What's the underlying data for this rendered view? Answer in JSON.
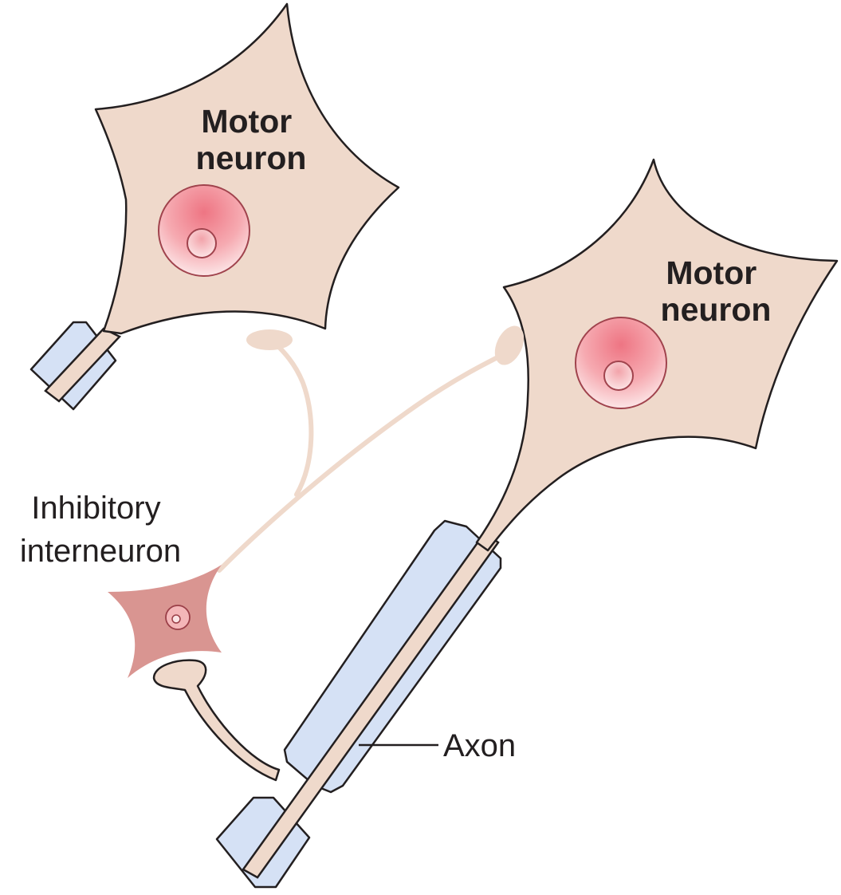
{
  "labels": {
    "motor_neuron_1": [
      "Motor",
      "neuron"
    ],
    "motor_neuron_2": [
      "Motor",
      "neuron"
    ],
    "inhibitory_interneuron": [
      "Inhibitory",
      "interneuron"
    ],
    "axon": "Axon"
  },
  "colors": {
    "cell_body": "#efd9cb",
    "nucleus_outer": "#ee7f8a",
    "nucleus_inner": "#fbe3e4",
    "interneuron_body": "#d99591",
    "myelin": "#d5e1f5",
    "outline": "#231f20"
  }
}
